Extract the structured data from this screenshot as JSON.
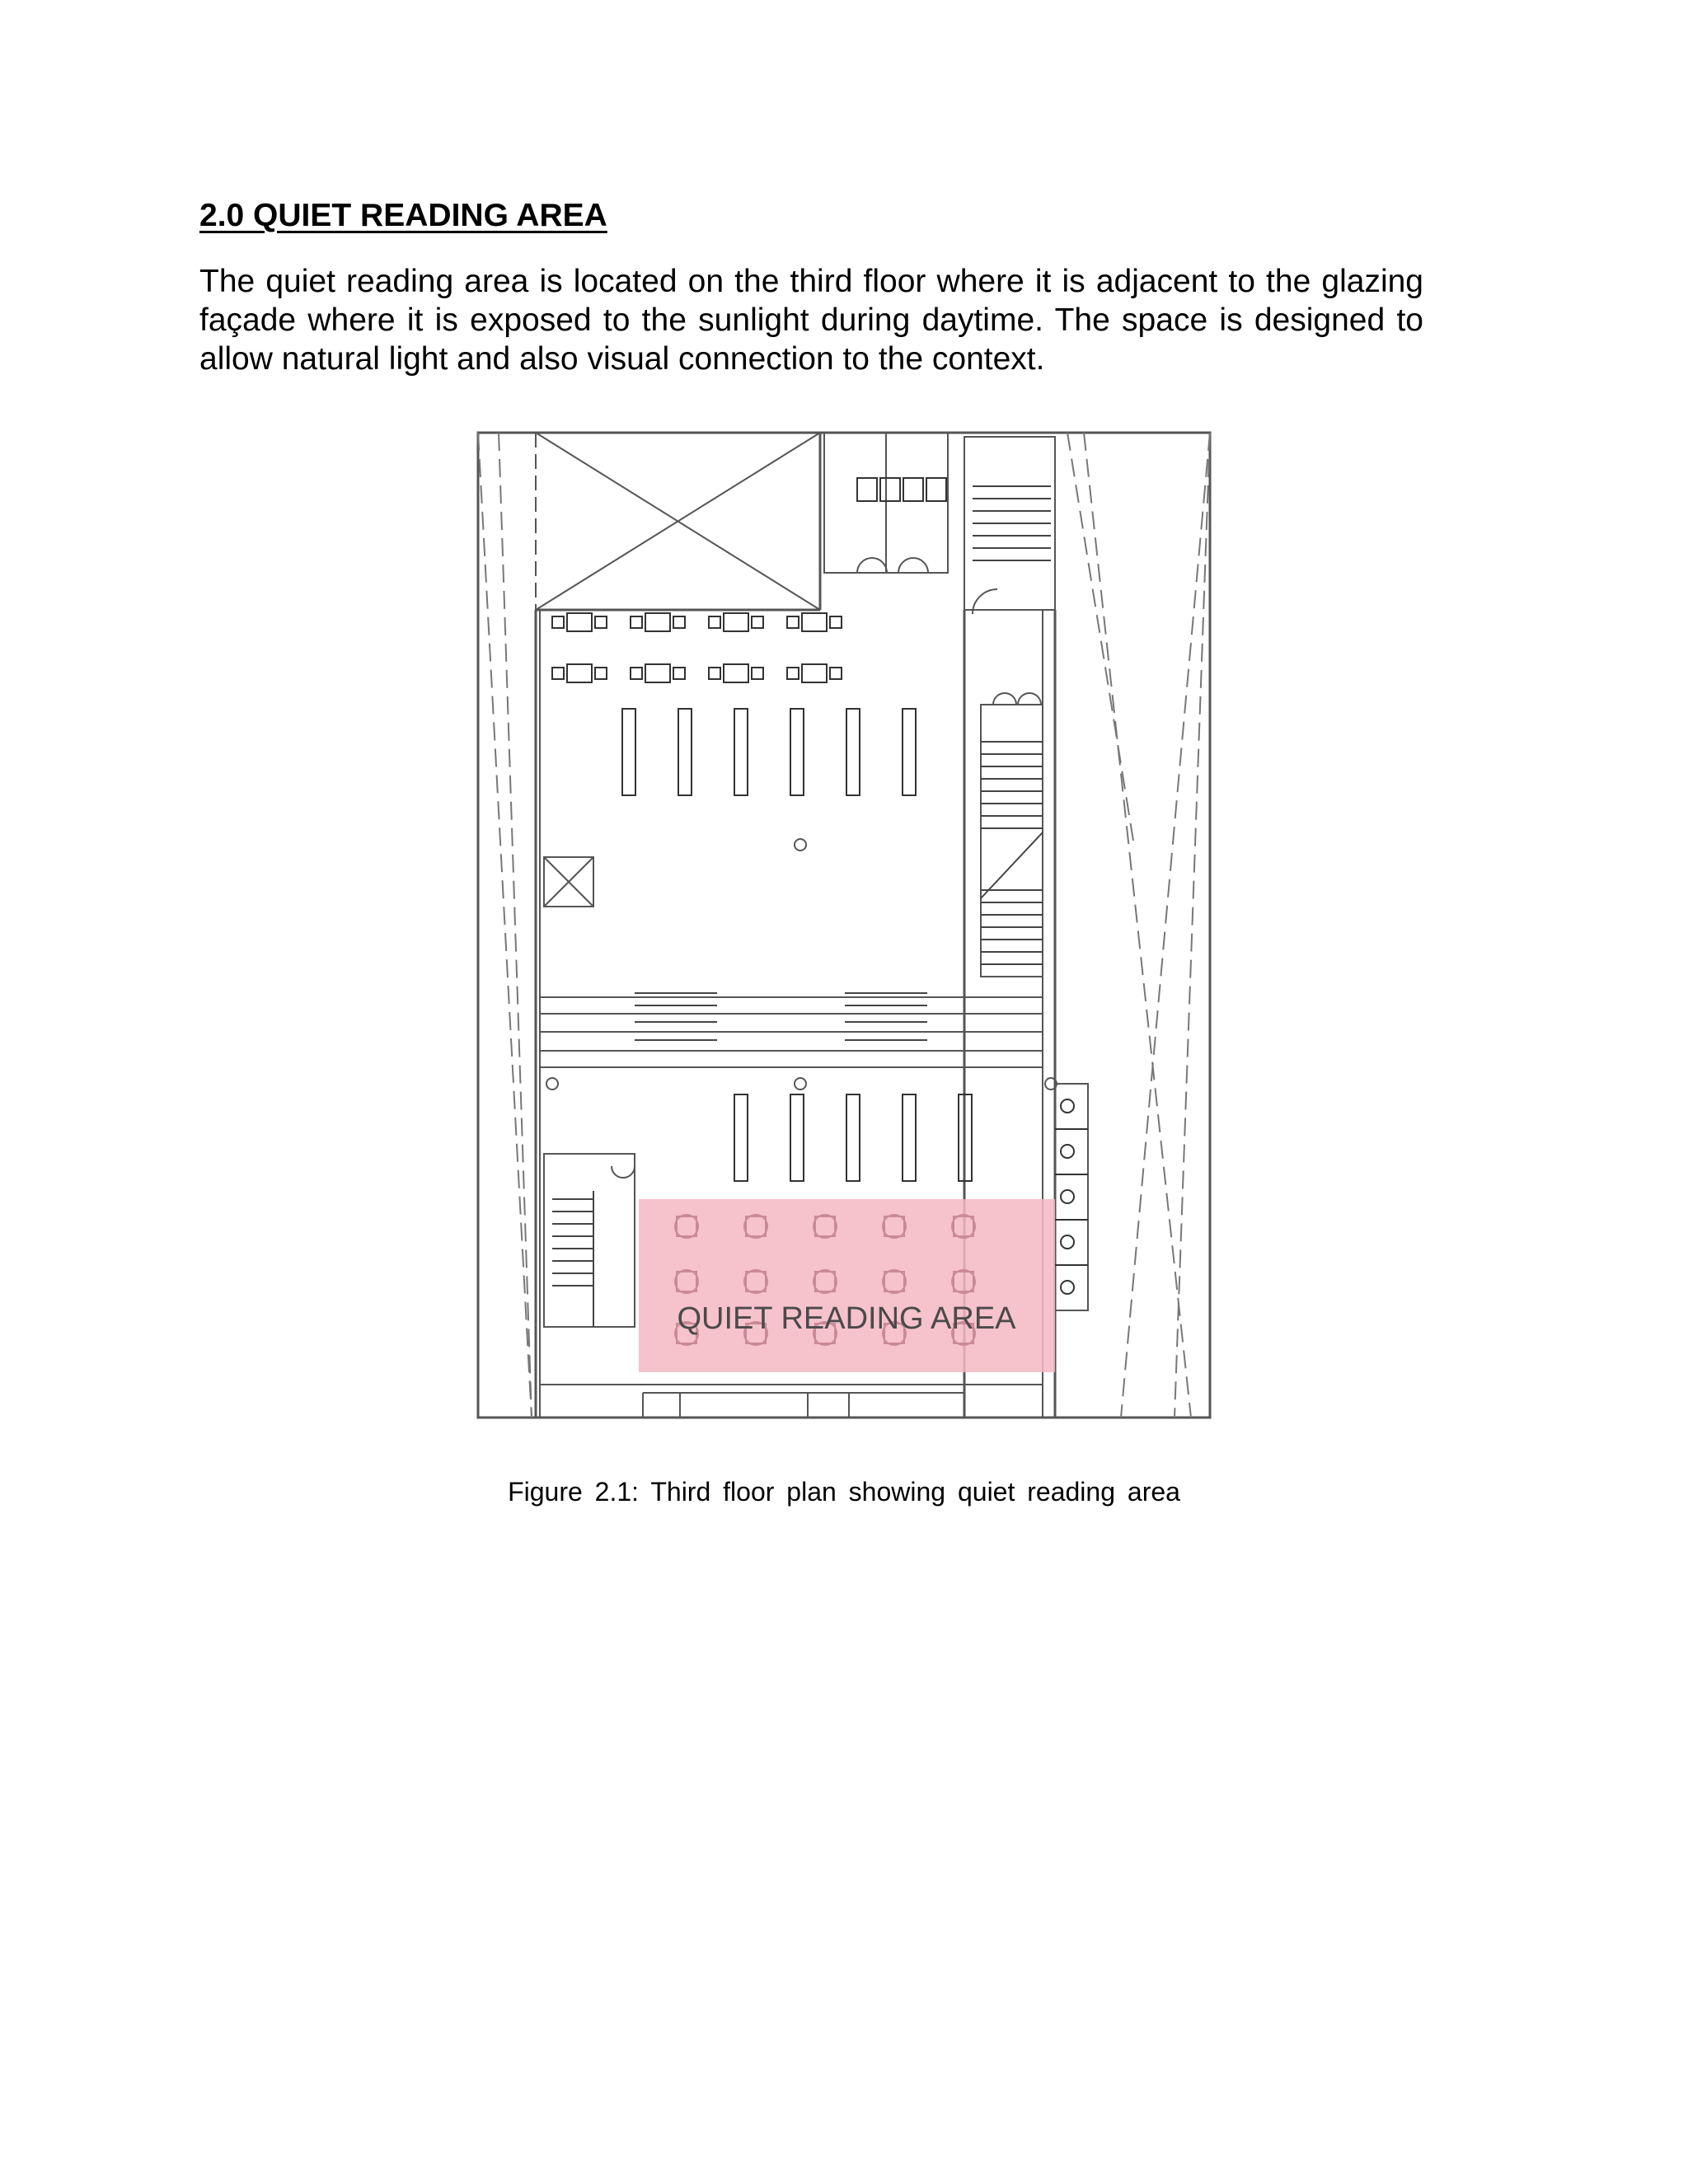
{
  "section": {
    "heading": "2.0 QUIET READING AREA",
    "paragraph": "The quiet reading area is located on the third floor where it is adjacent to the glazing façade where it is exposed to the sunlight during daytime. The space is designed to allow natural light and also visual connection to the context."
  },
  "figure": {
    "highlight_label": "QUIET READING AREA",
    "highlight_color": "#f4b7c2",
    "caption": "Figure 2.1: Third floor plan showing quiet reading area"
  }
}
